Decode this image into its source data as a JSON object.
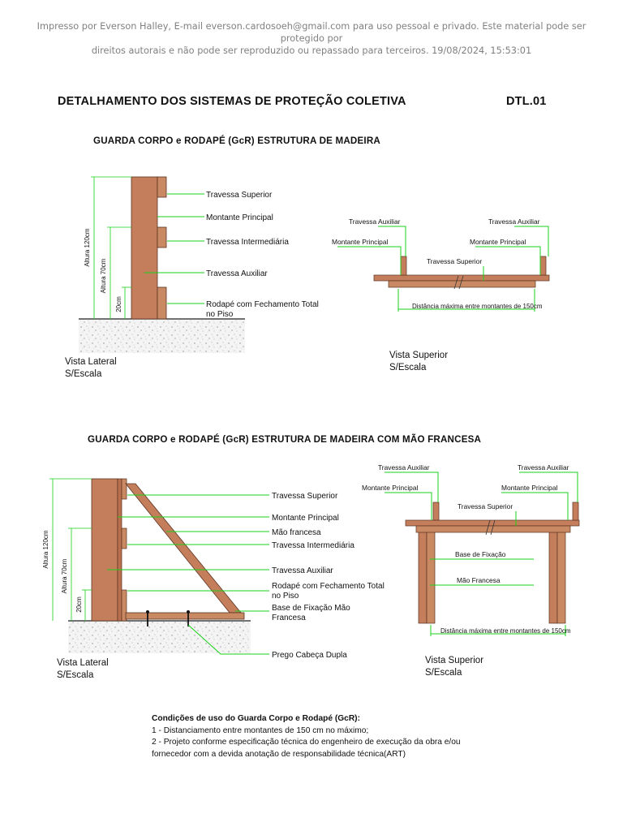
{
  "watermark": {
    "line1": "Impresso por Everson Halley, E-mail everson.cardosoeh@gmail.com para uso pessoal e privado. Este material pode ser protegido por",
    "line2": "direitos autorais e não pode ser reproduzido ou repassado para terceiros. 19/08/2024, 15:53:01"
  },
  "header": {
    "title": "DETALHAMENTO DOS SISTEMAS DE PROTEÇÃO COLETIVA",
    "code": "DTL.01"
  },
  "section1": {
    "title": "GUARDA CORPO e RODAPÉ (GcR) ESTRUTURA DE MADEIRA",
    "side_view": {
      "labels": {
        "travessa_superior": "Travessa Superior",
        "montante_principal": "Montante Principal",
        "travessa_intermediaria": "Travessa Intermediária",
        "travessa_auxiliar": "Travessa Auxiliar",
        "rodape_1": "Rodapé com Fechamento Total",
        "rodape_2": "no Piso"
      },
      "dims": {
        "altura_120": "Altura 120cm",
        "altura_70": "Altura 70cm",
        "h20": "20cm"
      },
      "caption_1": "Vista Lateral",
      "caption_2": "S/Escala"
    },
    "top_view": {
      "labels": {
        "travessa_auxiliar_l": "Travessa Auxiliar",
        "travessa_auxiliar_r": "Travessa Auxiliar",
        "montante_principal_l": "Montante Principal",
        "montante_principal_r": "Montante Principal",
        "travessa_superior": "Travessa Superior"
      },
      "dim": "Distância máxima entre montantes de 150cm",
      "caption_1": "Vista Superior",
      "caption_2": "S/Escala"
    }
  },
  "section2": {
    "title": "GUARDA CORPO e RODAPÉ (GcR) ESTRUTURA DE MADEIRA COM MÃO FRANCESA",
    "side_view": {
      "labels": {
        "travessa_superior": "Travessa Superior",
        "montante_principal": "Montante Principal",
        "mao_francesa": "Mão francesa",
        "travessa_intermediaria": "Travessa Intermediária",
        "travessa_auxiliar": "Travessa Auxiliar",
        "rodape_1": "Rodapé com Fechamento Total",
        "rodape_2": "no Piso",
        "base_1": "Base de Fixação Mão",
        "base_2": "Francesa",
        "prego": "Prego Cabeça Dupla"
      },
      "dims": {
        "altura_120": "Altura 120cm",
        "altura_70": "Altura 70cm",
        "h20": "20cm"
      },
      "caption_1": "Vista Lateral",
      "caption_2": "S/Escala"
    },
    "top_view": {
      "labels": {
        "travessa_auxiliar_l": "Travessa Auxiliar",
        "travessa_auxiliar_r": "Travessa Auxiliar",
        "montante_principal_l": "Montante Principal",
        "montante_principal_r": "Montante Principal",
        "travessa_superior": "Travessa Superior",
        "base_fixacao": "Base de Fixação",
        "mao_francesa": "Mão Francesa"
      },
      "dim": "Distância máxima entre montantes de 150cm",
      "caption_1": "Vista Superior",
      "caption_2": "S/Escala"
    }
  },
  "notes": {
    "title": "Condições de uso do Guarda Corpo e Rodapé (GcR):",
    "items": [
      "1 - Distanciamento entre montantes de 150 cm no máximo;",
      "2 - Projeto conforme especificação técnica do engenheiro de execução da obra e/ou",
      "fornecedor com a devida anotação de responsabilidade técnica(ART)"
    ]
  },
  "colors": {
    "wood": "#c47e5c",
    "wood_dark": "#a0603f",
    "leader": "#19d219",
    "dimension": "#19d219"
  }
}
